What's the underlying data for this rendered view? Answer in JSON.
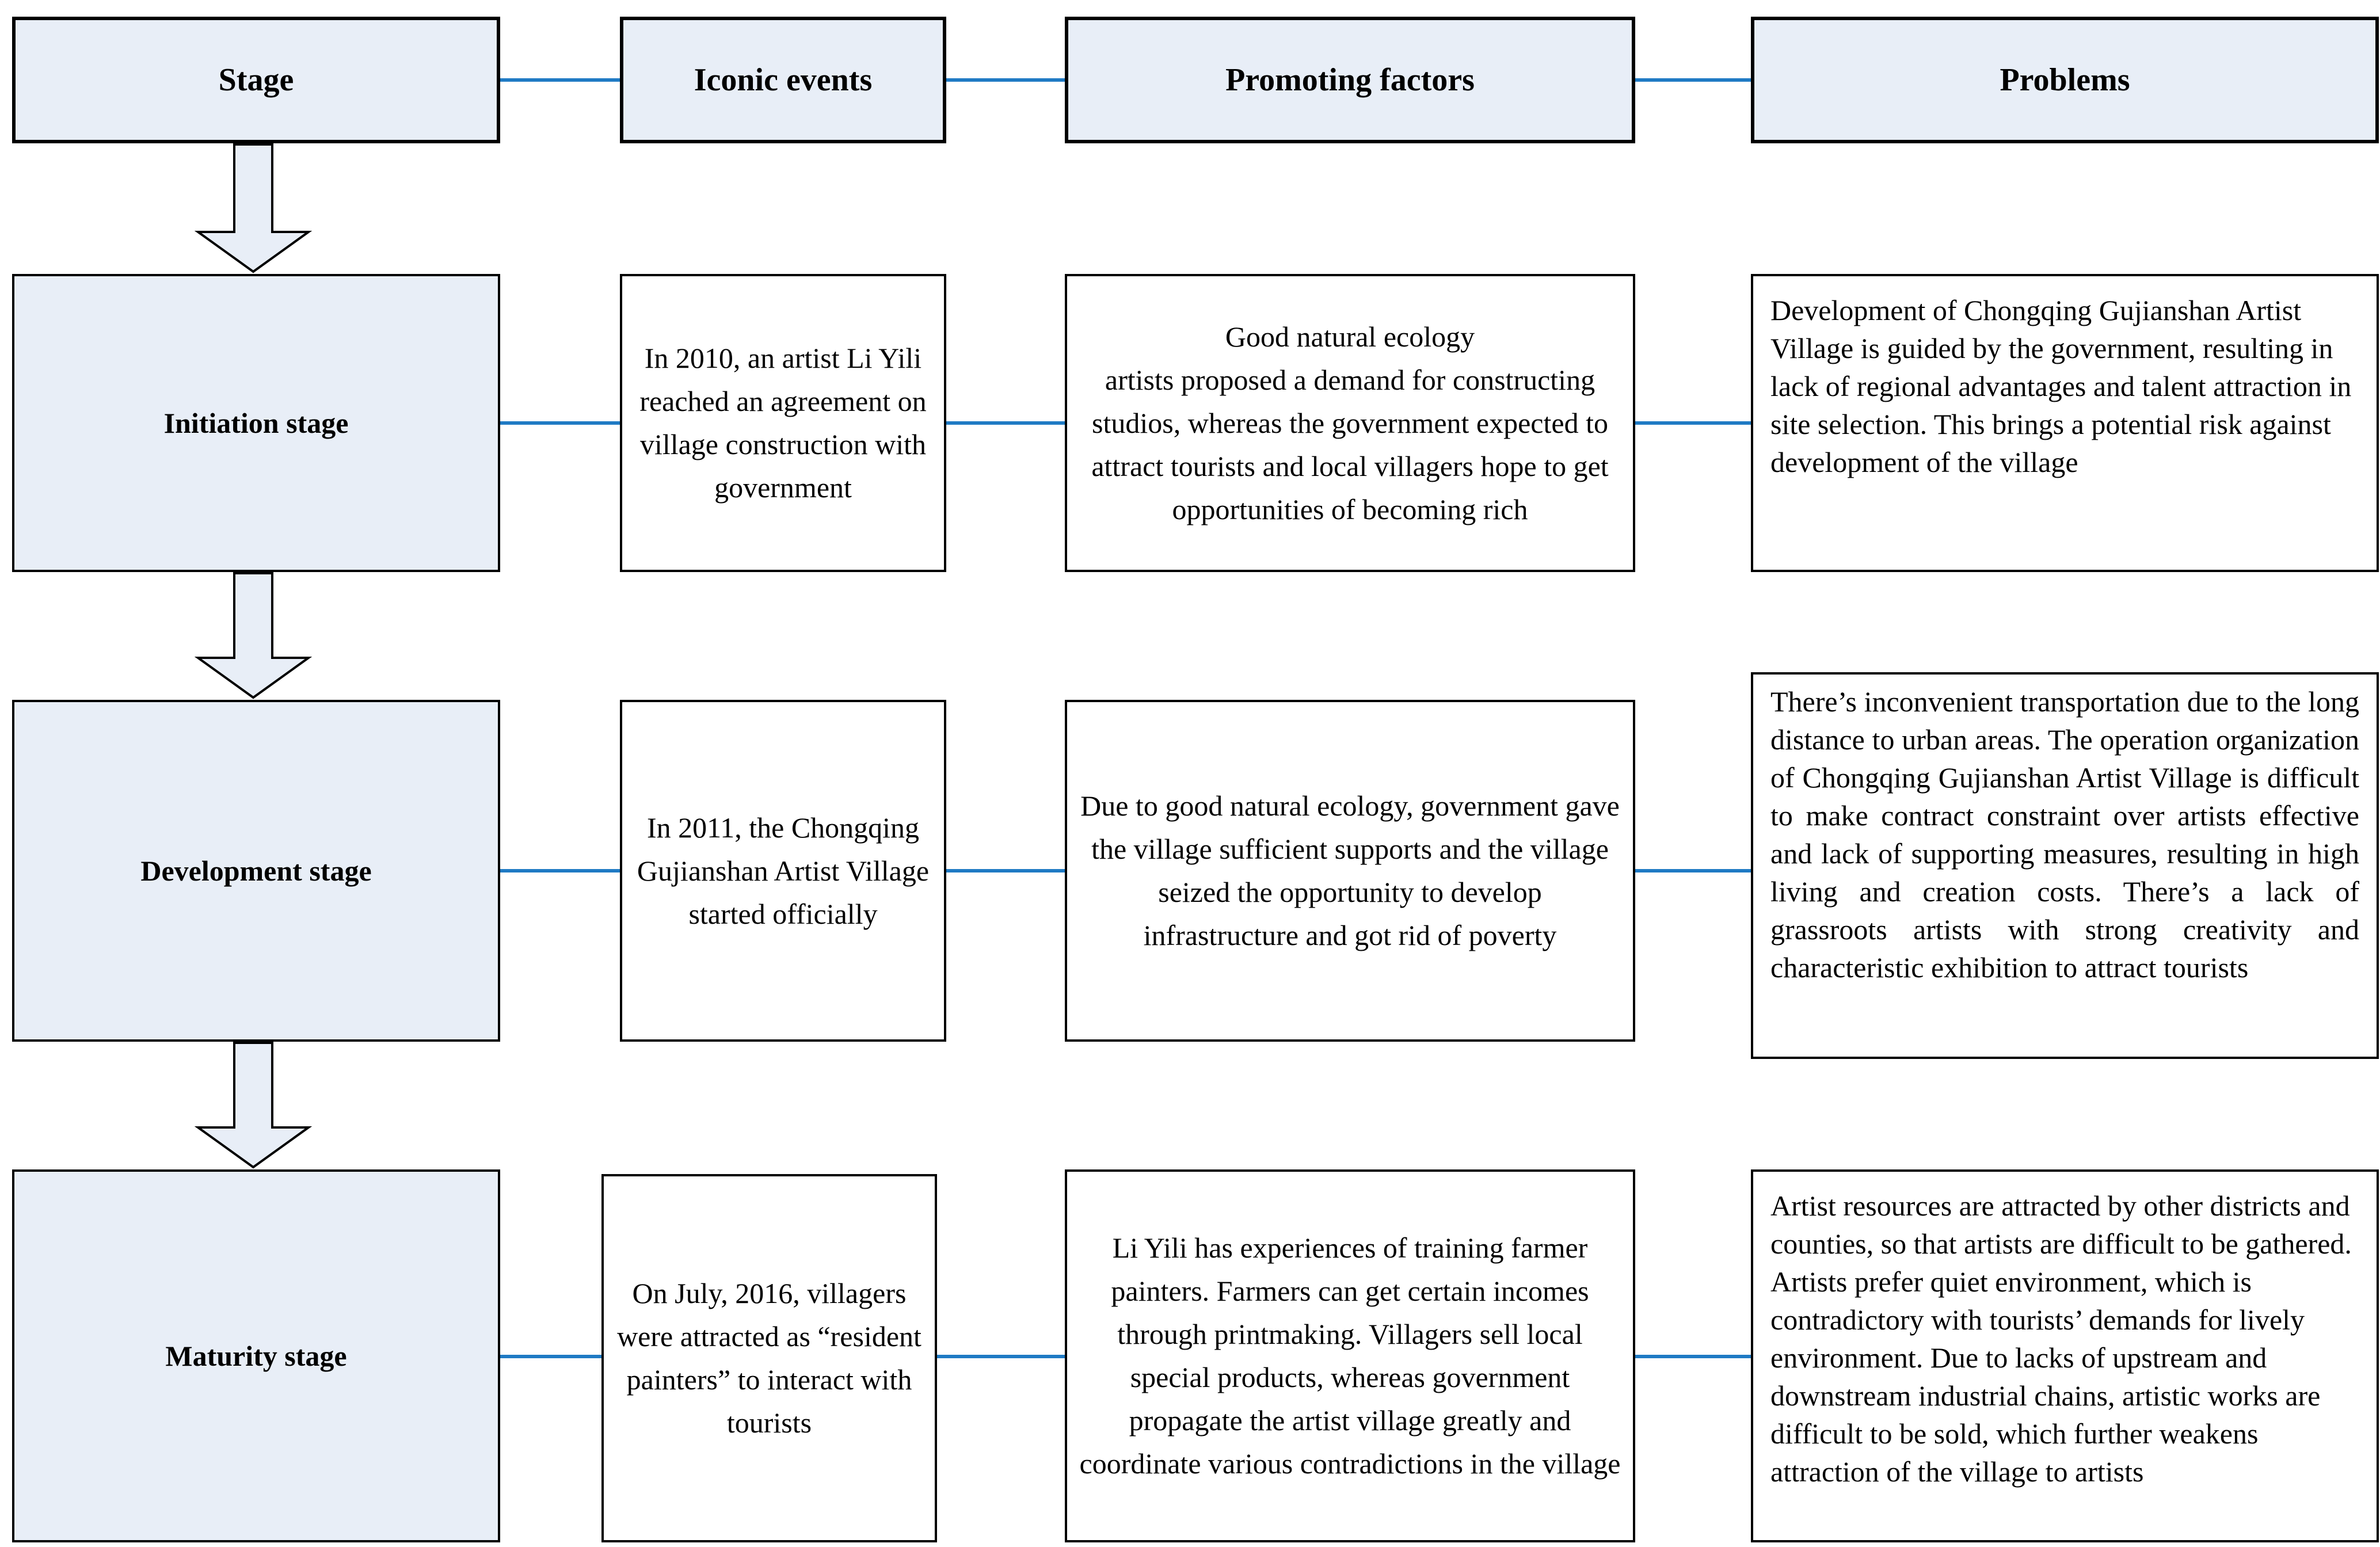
{
  "figure": {
    "type": "flow-diagram",
    "title_implicit": "Development stages of Chongqing Gujianshan Artist Village",
    "colors": {
      "header_fill": "#e8eef7",
      "stage_fill": "#e8eef7",
      "arrow_fill": "#e8eef7",
      "connector_blue": "#1f7ac4",
      "border_black": "#000000",
      "content_fill": "#ffffff"
    },
    "header": {
      "stage": "Stage",
      "iconic": "Iconic events",
      "promoting": "Promoting factors",
      "problems": "Problems"
    },
    "rows": [
      {
        "stage": "Initiation stage",
        "iconic": "In 2010, an artist Li Yili reached an agreement on village construction with government",
        "promoting": [
          "Good natural ecology",
          "artists proposed a demand for constructing studios, whereas the government expected to attract tourists and local villagers hope to get opportunities of becoming rich"
        ],
        "problems": "Development of Chongqing Gujianshan Artist Village is guided by the government, resulting in lack of regional advantages and talent attraction in site selection. This brings a potential risk against development of the village"
      },
      {
        "stage": "Development stage",
        "iconic": "In 2011, the Chongqing Gujianshan Artist Village started officially",
        "promoting": [
          "Due to good natural ecology, government gave the village sufficient supports and the village seized the opportunity to develop infrastructure and got rid of poverty"
        ],
        "problems": "There’s inconvenient transportation due to the long distance to urban areas. The operation organization of Chongqing Gujianshan Artist Village is difficult to make contract constraint over artists effective and lack of supporting measures, resulting in high living and creation costs. There’s a lack of grassroots artists with strong creativity and characteristic exhibition to attract tourists"
      },
      {
        "stage": "Maturity stage",
        "iconic": "On July, 2016, villagers were attracted as “resident painters” to interact with tourists",
        "promoting": [
          "Li Yili has experiences of training farmer painters. Farmers can get certain incomes through printmaking. Villagers sell local special products, whereas government propagate the artist village greatly and coordinate various contradictions in the village"
        ],
        "problems": "Artist resources are attracted by other districts and counties, so that artists are difficult to be gathered. Artists prefer quiet environment, which is contradictory with tourists’ demands for lively environment. Due to lacks of upstream and downstream industrial chains, artistic works are difficult to be sold, which further weakens attraction of the village to artists"
      }
    ]
  }
}
